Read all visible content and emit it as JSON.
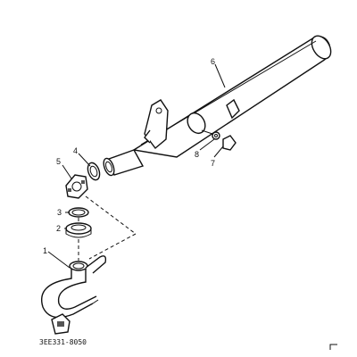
{
  "diagram": {
    "callouts": [
      "1",
      "2",
      "3",
      "4",
      "5",
      "6",
      "7",
      "8"
    ],
    "drawing_code": "3EE331-8050"
  }
}
